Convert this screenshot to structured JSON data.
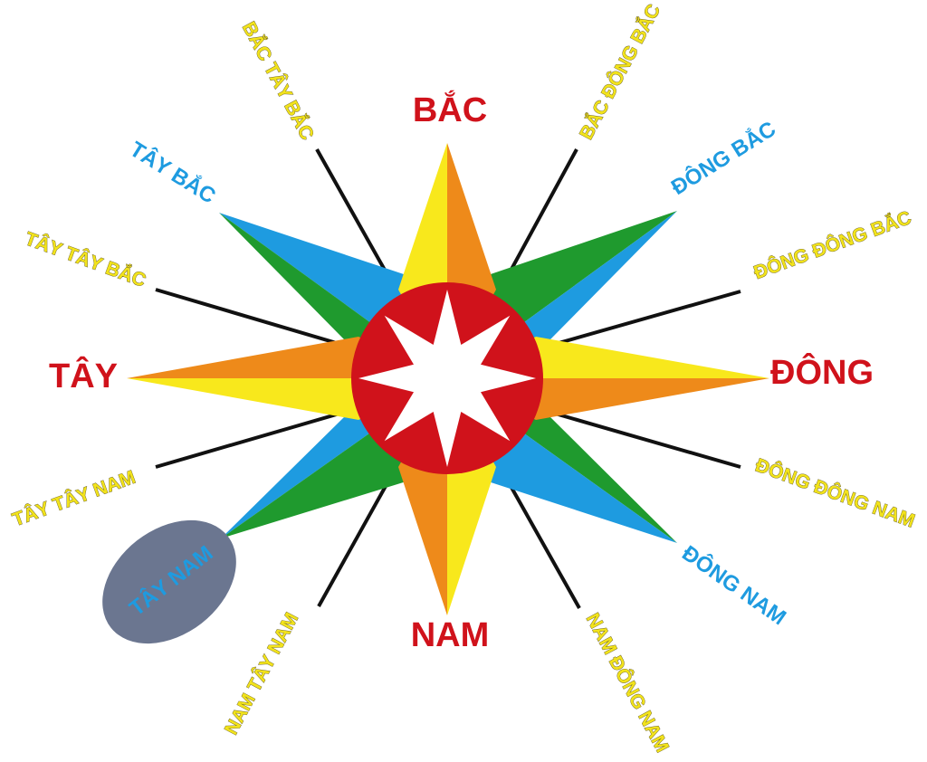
{
  "colors": {
    "cardinal_text": "#d0121b",
    "intercardinal_text": "#1e9be0",
    "secondary_text": "#f2e31c",
    "yellow": "#f8e81c",
    "orange": "#ee8a1a",
    "blue": "#1e9be0",
    "green": "#1f9a2e",
    "center_circle": "#d0121b",
    "highlight": "#6b7690"
  },
  "cardinal": {
    "north": "BẮC",
    "east": "ĐÔNG",
    "south": "NAM",
    "west": "TÂY"
  },
  "intercardinal": {
    "northwest": "TÂY BẮC",
    "northeast": "ĐÔNG BẮC",
    "southeast": "ĐÔNG NAM",
    "southwest": "TÂY NAM"
  },
  "secondary": {
    "nnw": "BẮC TÂY BẮC",
    "nne": "BẮC ĐÔNG BẮC",
    "ene": "ĐÔNG ĐÔNG BẮC",
    "ese": "ĐÔNG ĐÔNG NAM",
    "sse": "NAM ĐÔNG NAM",
    "ssw": "NAM TÂY NAM",
    "wsw": "TÂY TÂY NAM",
    "wnw": "TÂY TÂY BẮC"
  },
  "highlighted_direction": "TÂY NAM"
}
